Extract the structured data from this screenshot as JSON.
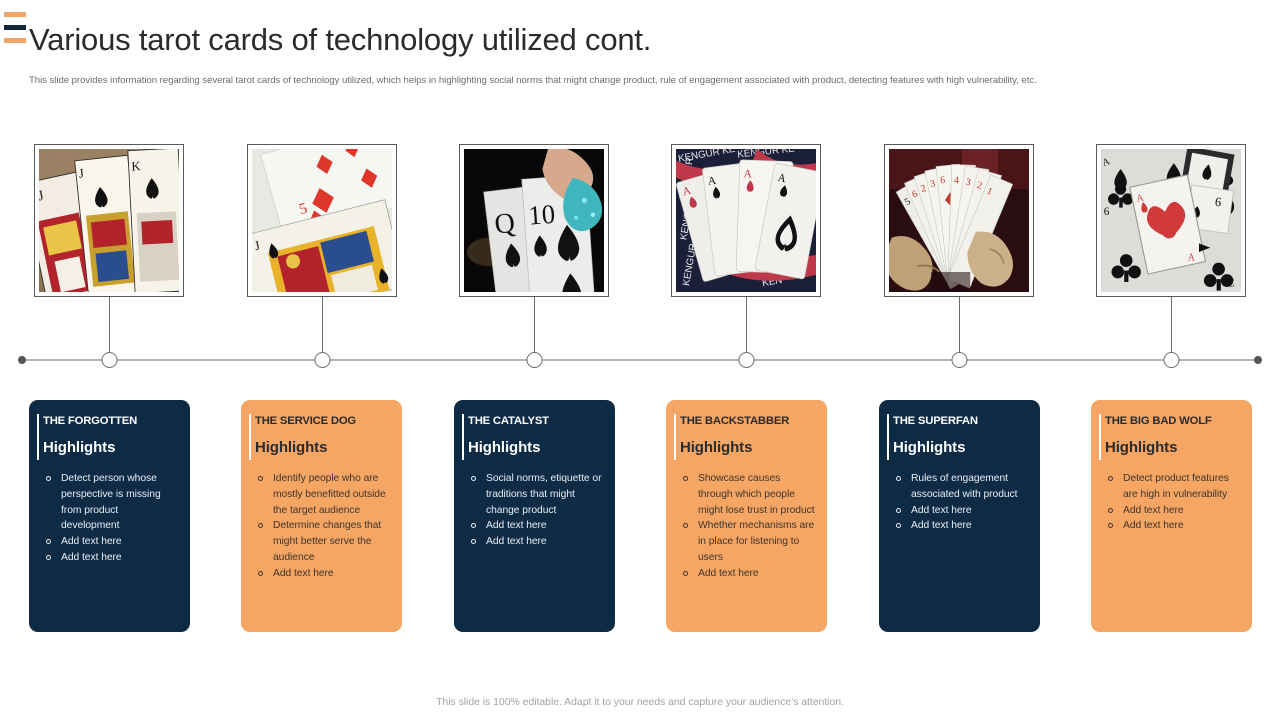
{
  "header": {
    "title": "Various tarot cards of technology utilized cont.",
    "subtitle": "This slide provides information regarding several tarot cards of technology utilized, which helps in highlighting social norms that might change product, rule of engagement associated with product, detecting features with high vulnerability, etc.",
    "deco_bars": [
      "#f0a468",
      "#12263a",
      "#f0a468"
    ]
  },
  "colors": {
    "navy": "#0d2b45",
    "orange": "#f5a664",
    "accent_orange": "#f0a468",
    "title_text": "#2b2b2b",
    "subtitle_text": "#6d6d6d",
    "footer_text": "#a3a3a3",
    "connector_line": "#6b6b6b"
  },
  "photos": [
    {
      "name": "face-cards-closeup-photo",
      "alt": "Close-up of jack and king of spades face cards fanned out"
    },
    {
      "name": "five-of-diamonds-photo",
      "alt": "Five of diamonds card overlapping a jack of spades face card"
    },
    {
      "name": "queen-ten-spades-photo",
      "alt": "Hand with teal nail polish holding queen and ten of spades"
    },
    {
      "name": "four-aces-photo",
      "alt": "Four aces fanned on a patterned card table cloth"
    },
    {
      "name": "hand-fan-cards-photo",
      "alt": "Hands holding a large fan of playing cards"
    },
    {
      "name": "scattered-cards-photo",
      "alt": "Scattered playing cards with ace of hearts on top"
    }
  ],
  "cards": [
    {
      "id": "the-forgotten",
      "theme": "navy",
      "title": "THE FORGOTTEN",
      "subtitle": "Highlights",
      "bullets": [
        "Detect person whose perspective is missing from product development",
        "Add text here",
        "Add text here"
      ]
    },
    {
      "id": "the-service-dog",
      "theme": "orange",
      "title": "THE SERVICE DOG",
      "subtitle": "Highlights",
      "bullets": [
        "Identify people who are mostly benefitted outside the target audience",
        "Determine changes that might better serve the audience",
        "Add text here"
      ]
    },
    {
      "id": "the-catalyst",
      "theme": "navy",
      "title": "THE CATALYST",
      "subtitle": "Highlights",
      "bullets": [
        "Social norms, etiquette or traditions that might change product",
        "Add text here",
        "Add text here"
      ]
    },
    {
      "id": "the-backstabber",
      "theme": "orange",
      "title": "THE BACKSTABBER",
      "subtitle": "Highlights",
      "bullets": [
        "Showcase causes through which people might lose trust in product",
        "Whether mechanisms are in place for listening to users",
        "Add text here"
      ]
    },
    {
      "id": "the-superfan",
      "theme": "navy",
      "title": "THE SUPERFAN",
      "subtitle": "Highlights",
      "bullets": [
        "Rules of engagement associated with product",
        "Add text here",
        "Add text here"
      ]
    },
    {
      "id": "the-big-bad-wolf",
      "theme": "orange",
      "title": "THE BIG BAD WOLF",
      "subtitle": "Highlights",
      "bullets": [
        "Detect product features are high in vulnerability",
        "Add text here",
        "Add text here"
      ]
    }
  ],
  "timeline": {
    "node_count": 6,
    "endpoint_style": "filled-dot",
    "node_style": "hollow-circle"
  },
  "footer": {
    "text": "This slide is 100% editable. Adapt it to your needs and capture your audience's attention."
  }
}
